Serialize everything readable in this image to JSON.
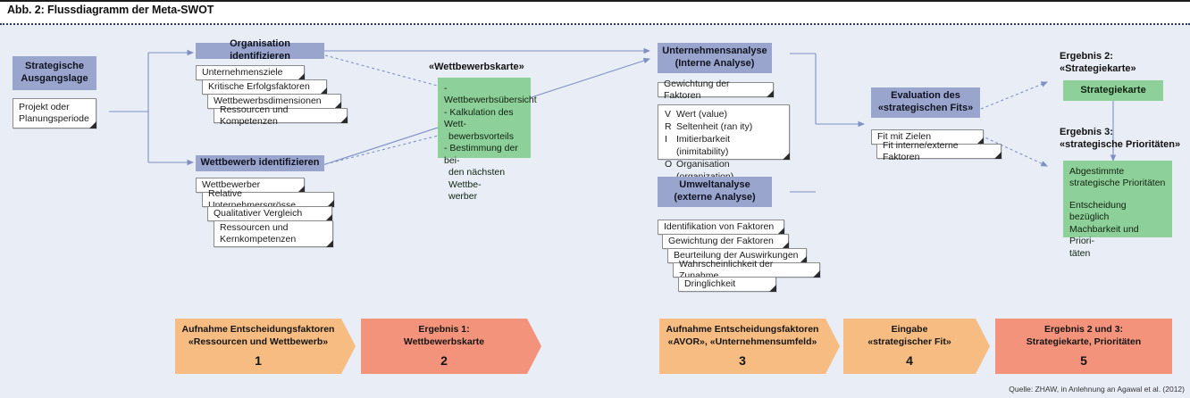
{
  "caption": {
    "title": "Abb. 2: Flussdiagramm der Meta-SWOT"
  },
  "colors": {
    "background": "#e8edf6",
    "header_blue": "#9aa5ce",
    "green": "#8ed09a",
    "orange": "#f6bc82",
    "salmon": "#f4937b",
    "connector": "#7f91c4",
    "card_white": "#ffffff"
  },
  "start": {
    "header": "Strategische\nAusgangslage",
    "header_line1": "Strategische",
    "header_line2": "Ausgangslage",
    "card_line1": "Projekt oder",
    "card_line2": "Planungsperiode"
  },
  "organisation": {
    "header": "Organisation identifizieren",
    "items": [
      "Unternehmensziele",
      "Kritische Erfolgsfaktoren",
      "Wettbewerbsdimensionen",
      "Ressourcen und Kompetenzen"
    ]
  },
  "wettbewerb": {
    "header": "Wettbewerb identifizieren",
    "items": [
      "Wettbewerber",
      "Relative Unternehmersgrösse",
      "Qualitativer Vergleich",
      "Ressourcen und\nKernkompetenzen"
    ],
    "item4_line1": "Ressourcen und",
    "item4_line2": "Kernkompetenzen"
  },
  "wettbewerbskarte": {
    "title": "«Wettbewerbskarte»",
    "lines": [
      "- Wettbewerbsübersicht",
      "- Kalkulation des Wett-",
      "  bewerbsvorteils",
      "- Bestimmung der bei-",
      "  den nächsten Wettbe-",
      "  werber"
    ],
    "line1": "- Wettbewerbsübersicht",
    "line2": "- Kalkulation des Wett-",
    "line3": "bewerbsvorteils",
    "line4": "- Bestimmung der bei-",
    "line5": "den nächsten Wettbe-",
    "line6": "werber"
  },
  "unternehmensanalyse": {
    "header_line1": "Unternehmensanalyse",
    "header_line2": "(Interne Analyse)",
    "card": "Gewichtung der Faktoren",
    "vrio": [
      {
        "key": "V",
        "text": "Wert (value)"
      },
      {
        "key": "R",
        "text": "Seltenheit (ran ity)"
      },
      {
        "key": "I",
        "text": "Imitierbarkeit (inimitability)"
      },
      {
        "key": "O",
        "text": "Organisation (organization)"
      }
    ]
  },
  "umweltanalyse": {
    "header_line1": "Umweltanalyse",
    "header_line2": "(externe Analyse)",
    "items": [
      "Identifikation von Faktoren",
      "Gewichtung der Faktoren",
      "Beurteilung der Auswirkungen",
      "Wahrscheinlichkeit der Zunahme",
      "Dringlichkeit"
    ]
  },
  "evaluation": {
    "header_line1": "Evaluation des",
    "header_line2": "«strategischen Fits»",
    "items": [
      "Fit mit Zielen",
      "Fit interne/externe Faktoren"
    ]
  },
  "ergebnis2": {
    "label_line1": "Ergebnis 2:",
    "label_line2": "«Strategiekarte»",
    "box": "Strategiekarte"
  },
  "ergebnis3": {
    "label_line1": "Ergebnis 3:",
    "label_line2": "«strategische Prioritäten»",
    "box_line1": "Abgestimmte",
    "box_line2": "strategische Prioritäten",
    "box_line3": "Entscheidung bezüglich",
    "box_line4": "Machbarkeit und Priori-",
    "box_line5": "täten"
  },
  "steps": [
    {
      "line1": "Aufnahme Entscheidungsfaktoren",
      "line2": "«Ressourcen und Wettbewerb»",
      "num": "1",
      "color": "orange"
    },
    {
      "line1": "Ergebnis 1:",
      "line2": "Wettbewerbskarte",
      "num": "2",
      "color": "salmon"
    },
    {
      "line1": "Aufnahme Entscheidungsfaktoren",
      "line2": "«AVOR», «Unternehmensumfeld»",
      "num": "3",
      "color": "orange"
    },
    {
      "line1": "Eingabe",
      "line2": "«strategischer Fit»",
      "num": "4",
      "color": "orange"
    },
    {
      "line1": "Ergebnis 2 und 3:",
      "line2": "Strategiekarte,  Prioritäten",
      "num": "5",
      "color": "salmon"
    }
  ],
  "source": {
    "text": "Quelle: ZHAW, in Anlehnung an Agawal et al. (2012)"
  }
}
